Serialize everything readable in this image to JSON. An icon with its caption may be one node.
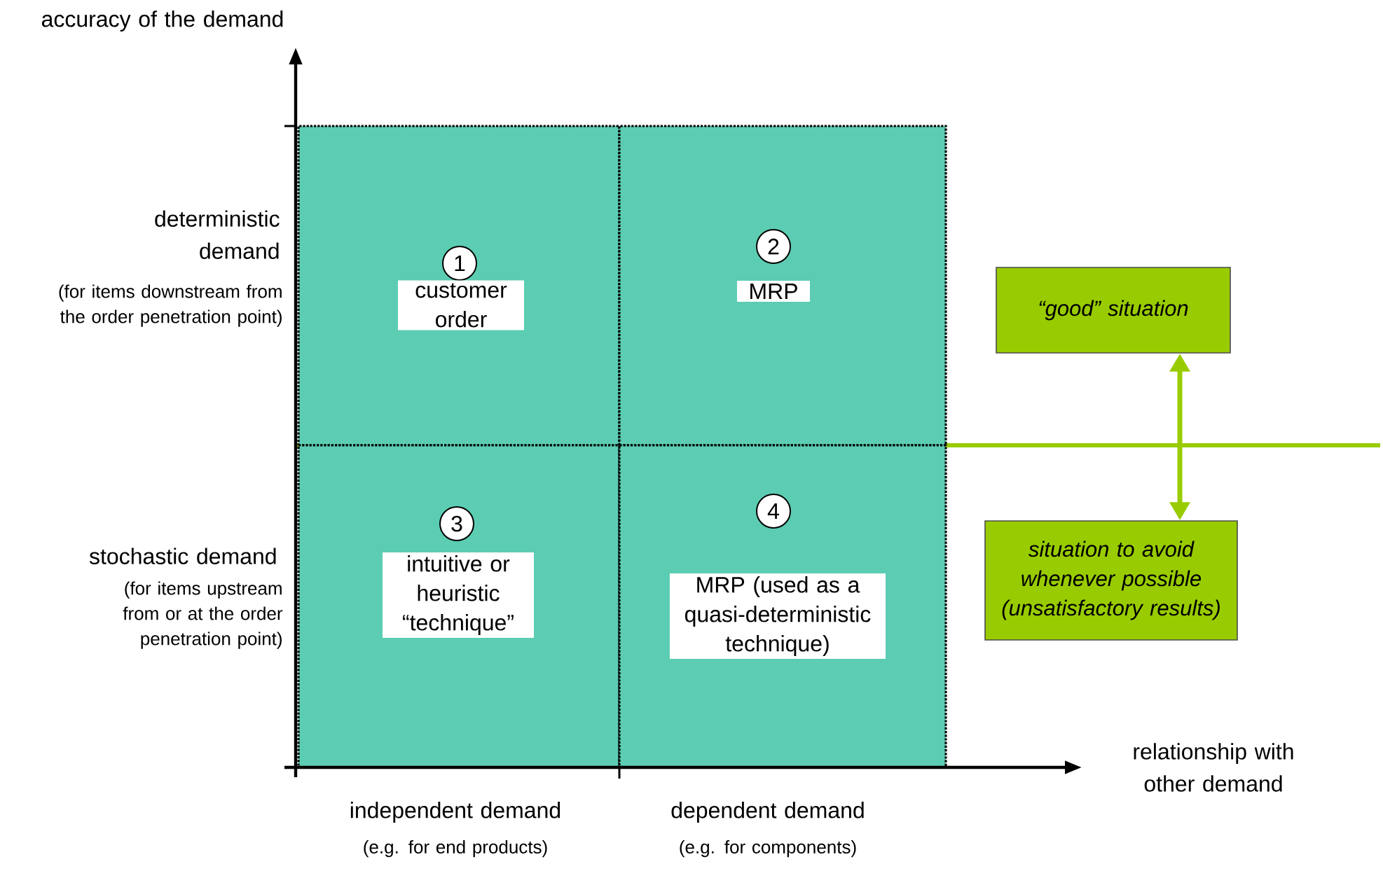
{
  "diagram": {
    "nodes": [
      {
        "text": [],
        "shape": "box"
      },
      {
        "text": [
          "1"
        ],
        "in": 0
      },
      {
        "text": [
          "customer order"
        ],
        "in": 0
      },
      {
        "text": [],
        "shape": "box"
      },
      {
        "text": [
          "2"
        ],
        "in": 3
      },
      {
        "text": [
          "MRP"
        ],
        "in": 3
      },
      {
        "text": [],
        "shape": "box"
      },
      {
        "text": [
          "3"
        ],
        "in": 6
      },
      {
        "text": [
          "intuitive or heuristic “technique”"
        ],
        "in": 6
      },
      {
        "text": [],
        "shape": "box"
      },
      {
        "text": [
          "4"
        ],
        "in": 9
      },
      {
        "text": [
          "MRP (used as a quasi-deterministic technique)"
        ],
        "in": 9
      },
      {
        "text": [
          "*“good” situation*"
        ]
      },
      {
        "text": [
          "*situation to avoid whenever possible (unsatisfactory results)*"
        ]
      }
    ],
    "edges": [
      {
        "from": 12,
        "to": 13,
        "arrow": "both"
      }
    ],
    "labels": [
      "accuracy of the demand",
      "deterministic demand",
      "(for items downstream from the order penetration point)",
      "stochastic demand",
      "(for items upstream from or at the order penetration point)",
      "relationship with other demand",
      "independent demand",
      "(e.g. for end products)",
      "dependent demand",
      "(e.g. for components)"
    ]
  }
}
